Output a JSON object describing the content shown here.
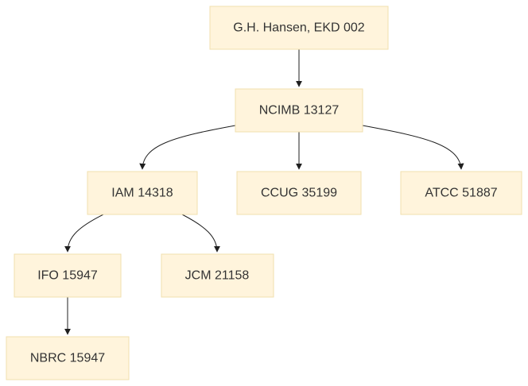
{
  "nodes": {
    "root": "G.H. Hansen, EKD 002",
    "ncimb": "NCIMB 13127",
    "iam": "IAM 14318",
    "ccug": "CCUG 35199",
    "atcc": "ATCC 51887",
    "ifo": "IFO 15947",
    "jcm": "JCM 21158",
    "nbrc": "NBRC 15947"
  },
  "edges": [
    {
      "from": "root",
      "to": "ncimb"
    },
    {
      "from": "ncimb",
      "to": "iam"
    },
    {
      "from": "ncimb",
      "to": "ccug"
    },
    {
      "from": "ncimb",
      "to": "atcc"
    },
    {
      "from": "iam",
      "to": "ifo"
    },
    {
      "from": "iam",
      "to": "jcm"
    },
    {
      "from": "ifo",
      "to": "nbrc"
    }
  ],
  "colors": {
    "node_fill": "#fff4dc",
    "node_border": "#f0dfae",
    "edge": "#1f1f1f",
    "text": "#333333"
  }
}
